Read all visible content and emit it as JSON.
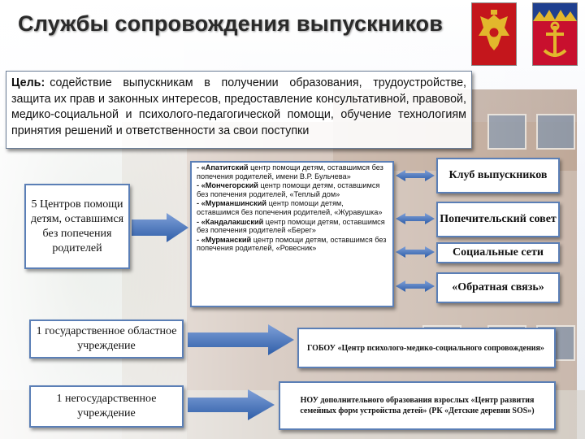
{
  "title": "Службы сопровождения выпускников",
  "goal": {
    "label": "Цель:",
    "text": "содействие выпускникам в получении образования, трудоустройстве, защита их прав и законных интересов, предоставление консультативной, правовой, медико-социальной и психолого-педагогической помощи, обучение технологиям принятия решений и ответственности за свои поступки"
  },
  "centers_box": "5 Центров помощи детям, оставшимся без попечения родителей",
  "centers_list": [
    {
      "lead": "- «Апатитский",
      "rest": " центр помощи детям, оставшимся без попечения родителей, имени В.Р. Бульчева»"
    },
    {
      "lead": "- «Мончегорский",
      "rest": " центр помощи детям, оставшимся без попечения родителей, «Теплый дом»"
    },
    {
      "lead": "- «Мурманшинский",
      "rest": " центр помощи детям, оставшимся без попечения родителей, «Журавушка»"
    },
    {
      "lead": "- «Кандалакшский",
      "rest": " центр помощи детям, оставшимся без попечения родителей «Берег»"
    },
    {
      "lead": "- «Мурманский",
      "rest": " центр помощи детям, оставшимся без попечения родителей, «Ровесник»"
    }
  ],
  "services": {
    "club": "Клуб выпускников",
    "council": "Попечительский совет",
    "social": "Социальные сети",
    "feedback": "«Обратная связь»"
  },
  "state_institution": "1 государственное областное учреждение",
  "gobou": "ГОБОУ «Центр психолого-медико-социального сопровождения»",
  "nonstate_institution": "1 негосударственное учреждение",
  "nou": "НОУ дополнительного образования взрослых «Центр развития семейных форм устройства детей» (РК «Детские деревни SOS»)",
  "colors": {
    "box_border": "#5b7fb6",
    "arrow_fill": "#4a72b8",
    "emblem_red": "#c4161c",
    "emblem_gold": "#e2b72c"
  },
  "icons": [
    "russia-coat-of-arms-icon",
    "murmansk-coat-of-arms-icon"
  ]
}
